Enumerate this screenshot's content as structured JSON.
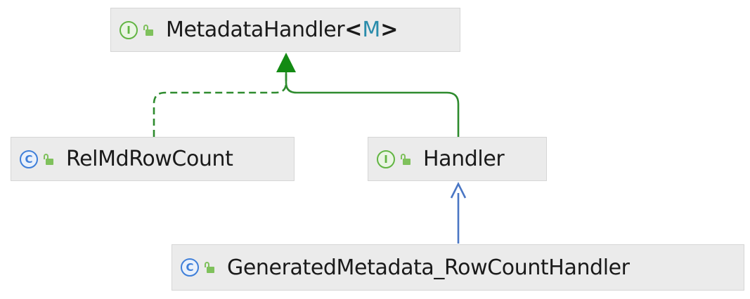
{
  "diagram": {
    "nodes": {
      "metadata_handler": {
        "kind": "interface",
        "kind_glyph": "I",
        "icon": "interface-icon",
        "access_icon": "public-lock-icon",
        "name": "MetadataHandler",
        "open_bracket": "<",
        "type_param": "M",
        "close_bracket": ">"
      },
      "rel_md_row_count": {
        "kind": "class",
        "kind_glyph": "C",
        "icon": "class-icon",
        "access_icon": "public-lock-icon",
        "name": "RelMdRowCount"
      },
      "handler": {
        "kind": "interface",
        "kind_glyph": "I",
        "icon": "interface-icon",
        "access_icon": "public-lock-icon",
        "name": "Handler"
      },
      "generated_handler": {
        "kind": "class",
        "kind_glyph": "C",
        "icon": "class-icon",
        "access_icon": "public-lock-icon",
        "name": "GeneratedMetadata_RowCountHandler"
      }
    },
    "edges": [
      {
        "from": "RelMdRowCount",
        "to": "MetadataHandler",
        "relation": "implements",
        "style": "dashed",
        "color": "#2e8b2e"
      },
      {
        "from": "Handler",
        "to": "MetadataHandler",
        "relation": "extends",
        "style": "solid",
        "color": "#2e8b2e"
      },
      {
        "from": "GeneratedMetadata_RowCountHandler",
        "to": "Handler",
        "relation": "implements",
        "style": "solid",
        "color": "#4a76c4"
      }
    ],
    "colors": {
      "node_background": "#ebebeb",
      "interface_icon": "#62b543",
      "class_icon": "#3f7fd9",
      "type_param": "#2a8cab",
      "green_edge": "#2e8b2e",
      "blue_edge": "#4a76c4"
    }
  }
}
